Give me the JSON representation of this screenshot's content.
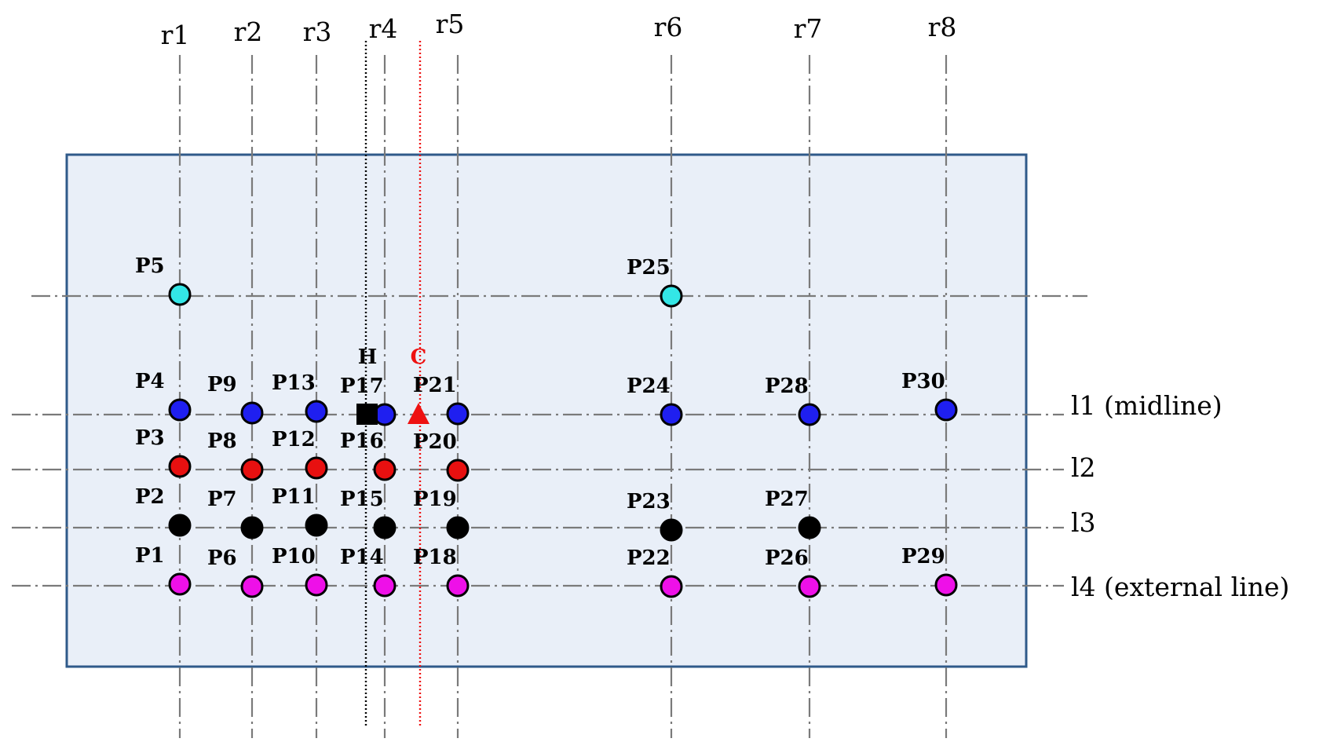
{
  "colors": {
    "panel_fill": "#e9eff8",
    "panel_border": "#2f5a8a",
    "grid_line": "#7a7a7a",
    "cyan_point": "#33e6e6",
    "blue_point": "#1f1ff0",
    "red_point": "#e81010",
    "black_point": "#000000",
    "magenta_point": "#ee10e8",
    "marker_c": "#ee1111",
    "marker_h": "#000000"
  },
  "column_labels": [
    "r1",
    "r2",
    "r3",
    "r4",
    "r5",
    "r6",
    "r7",
    "r8"
  ],
  "row_labels": [
    "l1 (midline)",
    "l2",
    "l3",
    "l4 (external line)"
  ],
  "markers": {
    "h": {
      "label": "H",
      "shape": "square"
    },
    "c": {
      "label": "C",
      "shape": "triangle"
    }
  },
  "points": [
    {
      "label": "P1",
      "column": "r1",
      "row": "l4",
      "color": "magenta"
    },
    {
      "label": "P2",
      "column": "r1",
      "row": "l3",
      "color": "black"
    },
    {
      "label": "P3",
      "column": "r1",
      "row": "l2",
      "color": "red"
    },
    {
      "label": "P4",
      "column": "r1",
      "row": "l1",
      "color": "blue"
    },
    {
      "label": "P5",
      "column": "r1",
      "row": "top",
      "color": "cyan"
    },
    {
      "label": "P6",
      "column": "r2",
      "row": "l4",
      "color": "magenta"
    },
    {
      "label": "P7",
      "column": "r2",
      "row": "l3",
      "color": "black"
    },
    {
      "label": "P8",
      "column": "r2",
      "row": "l2",
      "color": "red"
    },
    {
      "label": "P9",
      "column": "r2",
      "row": "l1",
      "color": "blue"
    },
    {
      "label": "P10",
      "column": "r3",
      "row": "l4",
      "color": "magenta"
    },
    {
      "label": "P11",
      "column": "r3",
      "row": "l3",
      "color": "black"
    },
    {
      "label": "P12",
      "column": "r3",
      "row": "l2",
      "color": "red"
    },
    {
      "label": "P13",
      "column": "r3",
      "row": "l1",
      "color": "blue"
    },
    {
      "label": "P14",
      "column": "r4",
      "row": "l4",
      "color": "magenta"
    },
    {
      "label": "P15",
      "column": "r4",
      "row": "l3",
      "color": "black"
    },
    {
      "label": "P16",
      "column": "r4",
      "row": "l2",
      "color": "red"
    },
    {
      "label": "P17",
      "column": "r4",
      "row": "l1",
      "color": "blue"
    },
    {
      "label": "P18",
      "column": "r5",
      "row": "l4",
      "color": "magenta"
    },
    {
      "label": "P19",
      "column": "r5",
      "row": "l3",
      "color": "black"
    },
    {
      "label": "P20",
      "column": "r5",
      "row": "l2",
      "color": "red"
    },
    {
      "label": "P21",
      "column": "r5",
      "row": "l1",
      "color": "blue"
    },
    {
      "label": "P22",
      "column": "r6",
      "row": "l4",
      "color": "magenta"
    },
    {
      "label": "P23",
      "column": "r6",
      "row": "l3",
      "color": "black"
    },
    {
      "label": "P24",
      "column": "r6",
      "row": "l1",
      "color": "blue"
    },
    {
      "label": "P25",
      "column": "r6",
      "row": "top",
      "color": "cyan"
    },
    {
      "label": "P26",
      "column": "r7",
      "row": "l4",
      "color": "magenta"
    },
    {
      "label": "P27",
      "column": "r7",
      "row": "l3",
      "color": "black"
    },
    {
      "label": "P28",
      "column": "r7",
      "row": "l1",
      "color": "blue"
    },
    {
      "label": "P29",
      "column": "r8",
      "row": "l4",
      "color": "magenta"
    },
    {
      "label": "P30",
      "column": "r8",
      "row": "l1",
      "color": "blue"
    }
  ]
}
